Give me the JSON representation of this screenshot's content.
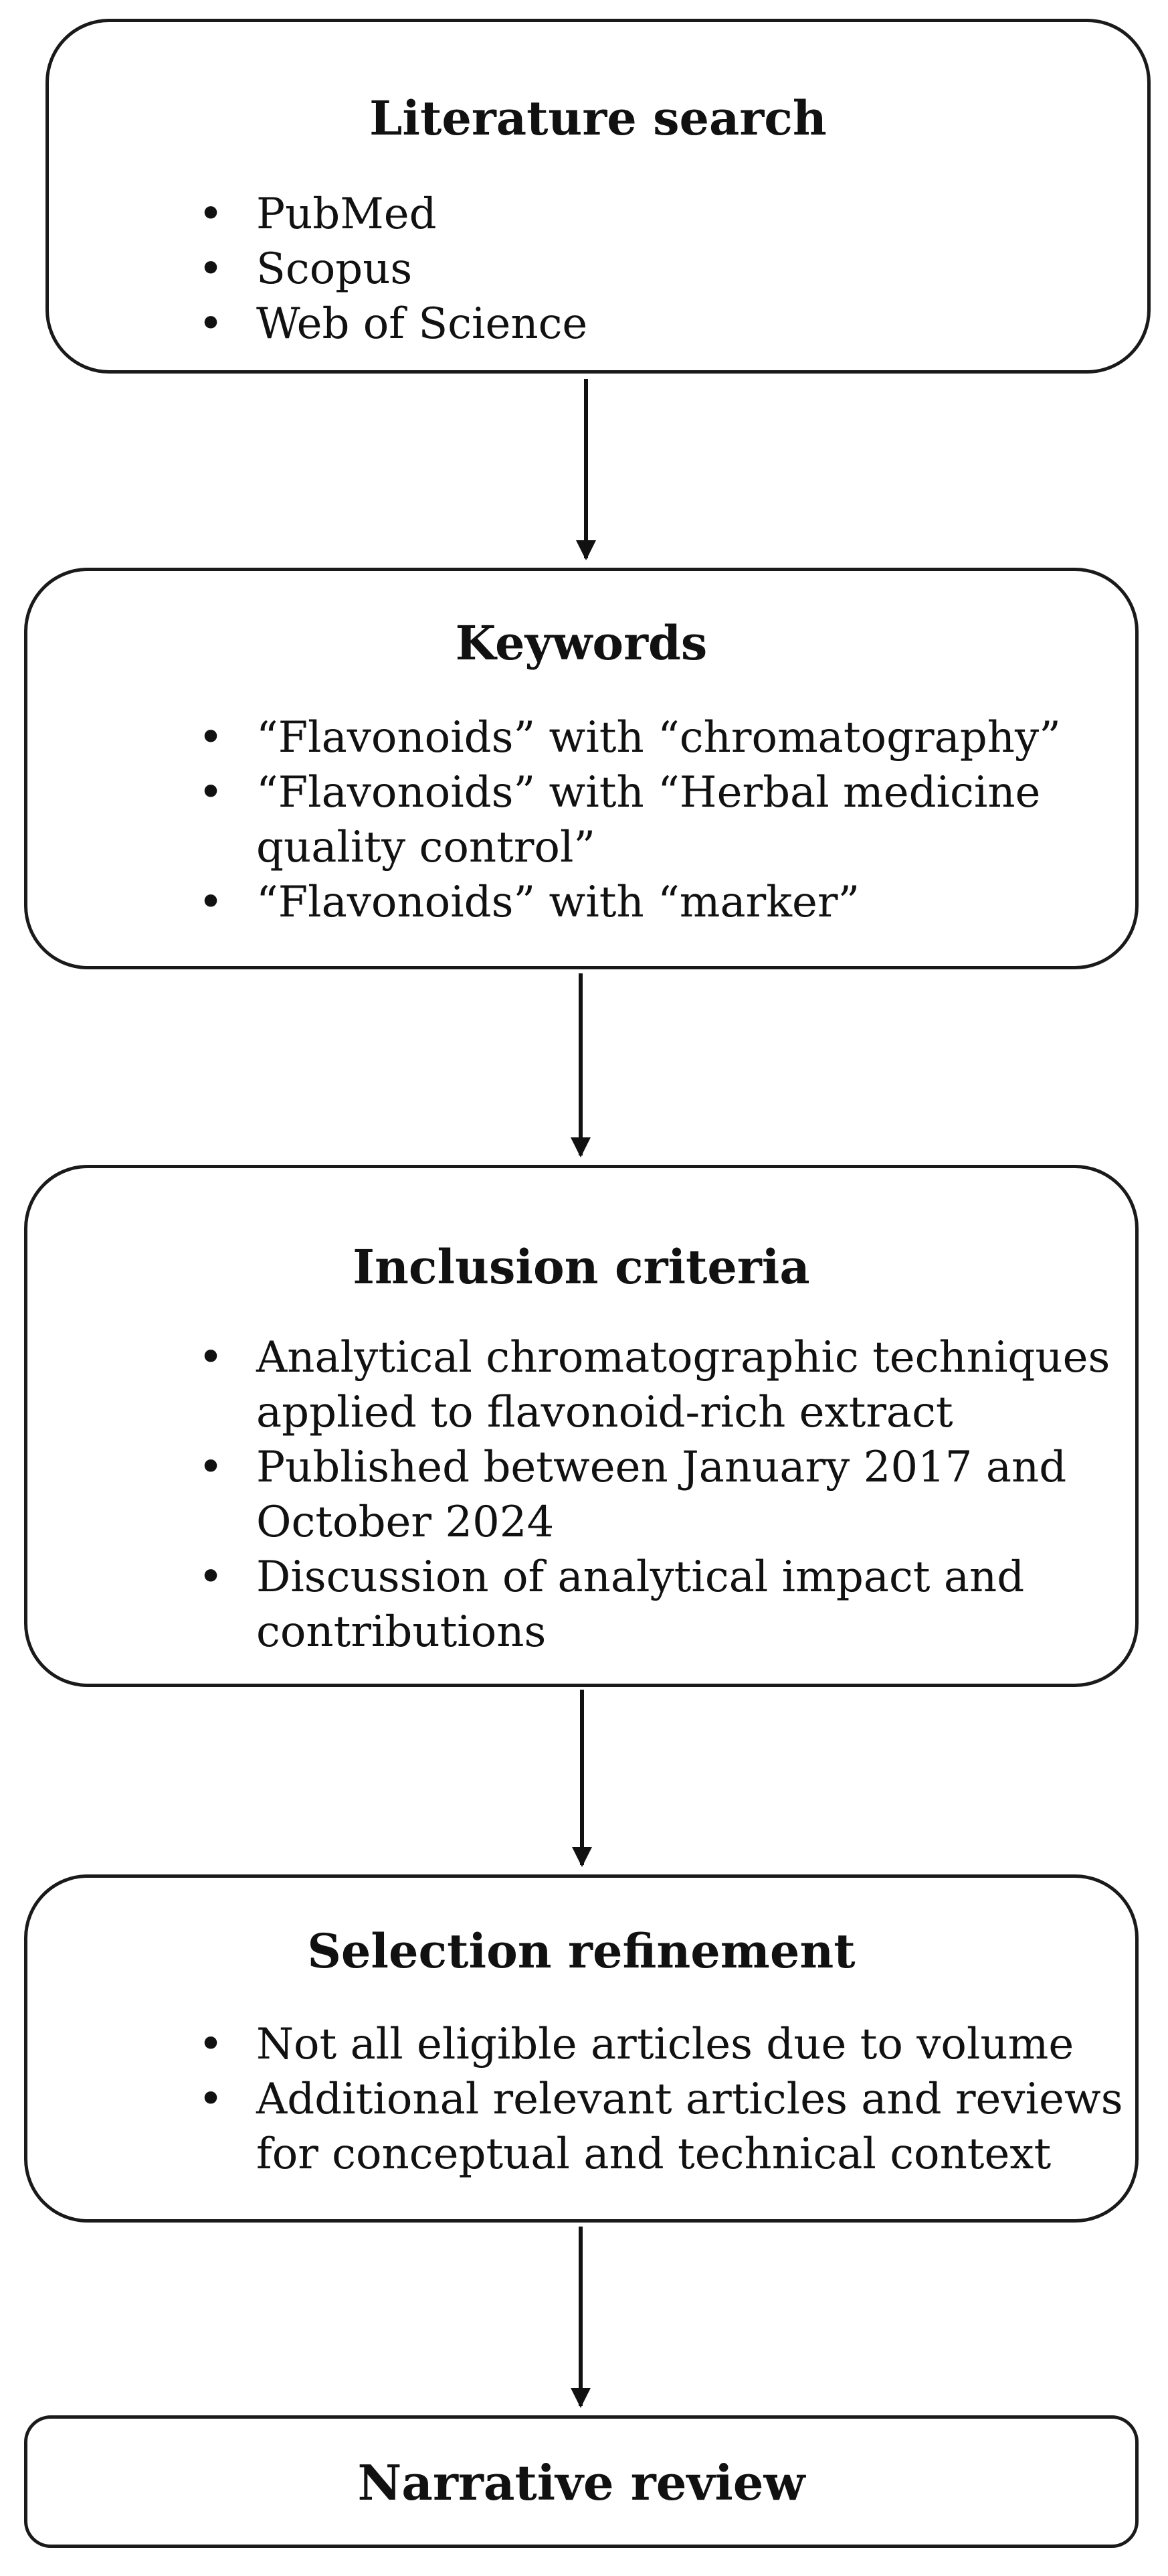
{
  "flow": {
    "boxes": [
      {
        "title": "Literature search",
        "items": [
          [
            "PubMed"
          ],
          [
            "Scopus"
          ],
          [
            "Web of Science"
          ]
        ]
      },
      {
        "title": "Keywords",
        "items": [
          [
            "“Flavonoids” with “chromatography”"
          ],
          [
            "“Flavonoids” with “Herbal medicine",
            "quality control”"
          ],
          [
            "“Flavonoids” with “marker”"
          ]
        ]
      },
      {
        "title": "Inclusion criteria",
        "items": [
          [
            "Analytical chromatographic techniques",
            "applied to flavonoid-rich extract"
          ],
          [
            "Published between January 2017 and",
            "October 2024"
          ],
          [
            "Discussion of analytical impact and",
            "contributions"
          ]
        ]
      },
      {
        "title": "Selection refinement",
        "items": [
          [
            "Not all eligible articles due to volume"
          ],
          [
            "Additional relevant articles and reviews",
            "for conceptual and technical context"
          ]
        ]
      },
      {
        "title": "Narrative review",
        "items": []
      }
    ],
    "bullet_char": "•"
  }
}
